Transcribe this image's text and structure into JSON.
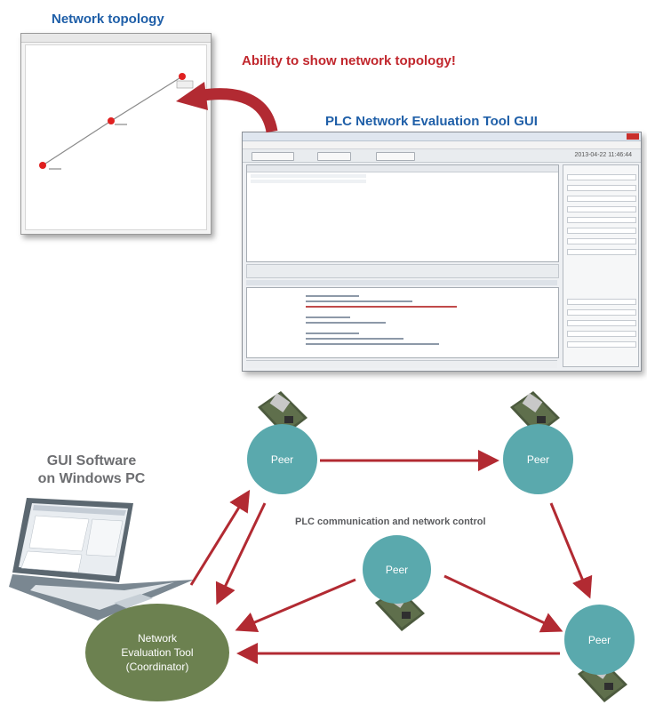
{
  "labels": {
    "topology_title": "Network topology",
    "ability": "Ability to show network topology!",
    "gui_title": "PLC Network Evaluation Tool GUI",
    "gui_software": "GUI Software\non Windows PC",
    "plc_comm": "PLC communication and network control"
  },
  "nodes": {
    "peer_top_left": "Peer",
    "peer_top_right": "Peer",
    "peer_center": "Peer",
    "peer_bottom_right": "Peer",
    "coordinator": "Network\nEvaluation Tool\n(Coordinator)"
  },
  "gui_window": {
    "clock": "2013-04-22 11:46:44"
  },
  "colors": {
    "title_blue": "#1f5fa8",
    "accent_red": "#c1272d",
    "peer_teal": "#5aa9ad",
    "coordinator_green": "#6c8150",
    "arrow_red": "#b22a32"
  }
}
